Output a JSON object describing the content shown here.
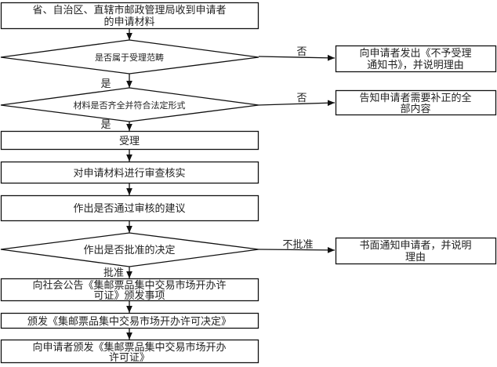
{
  "nodes": {
    "receive": [
      "省、自治区、直辖市邮政管理局收到申请者",
      "的申请材料"
    ],
    "scope_check": "是否属于受理范畴",
    "reject_notice": [
      "向申请者发出《不予受理",
      "通知书》，并说明理由"
    ],
    "complete_check": "材料是否齐全并符合法定形式",
    "correction_notice": [
      "告知申请者需要补正的全",
      "部内容"
    ],
    "accept": "受理",
    "review": "对申请材料进行审查核实",
    "recommend": "作出是否通过审核的建议",
    "decision": "作出是否批准的决定",
    "deny_notice": [
      "书面通知申请者，并说明",
      "理由"
    ],
    "announce": [
      "向社会公告《集邮票品集中交易市场开办许",
      "可证》颁发事项"
    ],
    "issue_decision": "颁发《集邮票品集中交易市场开办许可决定》",
    "issue_license": [
      "向申请者颁发《集邮票品集中交易市场开办",
      "许可证》"
    ]
  },
  "edge_labels": {
    "no1": "否",
    "yes1": "是",
    "no2": "否",
    "yes2": "是",
    "deny": "不批准",
    "approve": "批准"
  }
}
